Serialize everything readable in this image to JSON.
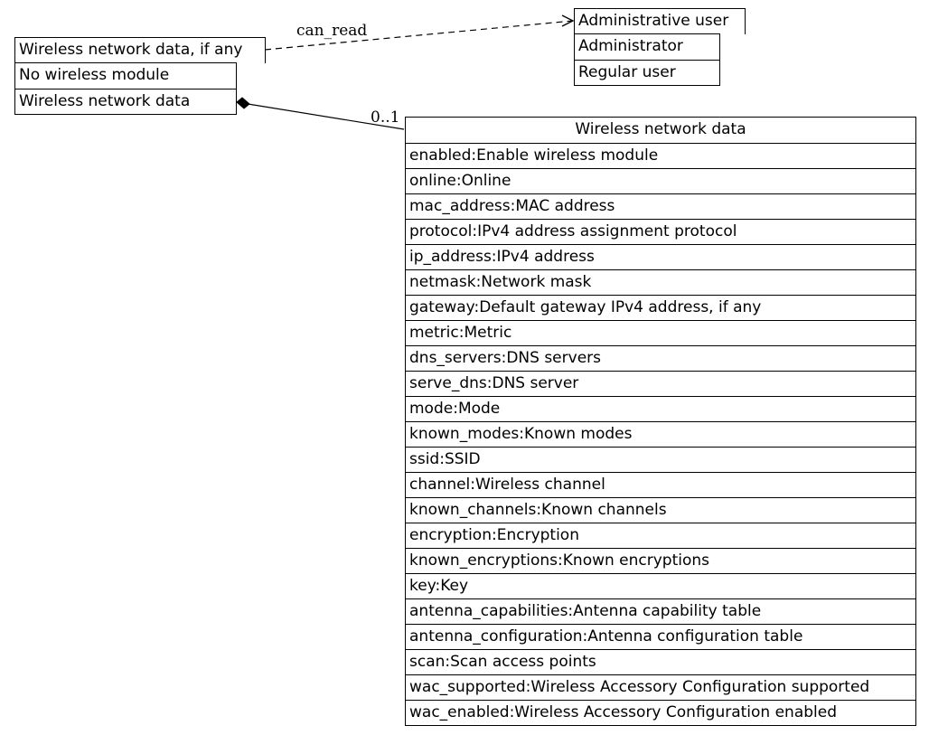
{
  "source_node": {
    "rows": [
      "Wireless network data, if any",
      "No wireless module",
      "Wireless network data"
    ]
  },
  "permission_node": {
    "rows": [
      "Administrative user",
      "Administrator",
      "Regular user"
    ]
  },
  "detail_node": {
    "title": "Wireless network data",
    "rows": [
      "enabled:Enable wireless module",
      "online:Online",
      "mac_address:MAC address",
      "protocol:IPv4 address assignment protocol",
      "ip_address:IPv4 address",
      "netmask:Network mask",
      "gateway:Default gateway IPv4 address, if any",
      "metric:Metric",
      "dns_servers:DNS servers",
      "serve_dns:DNS server",
      "mode:Mode",
      "known_modes:Known modes",
      "ssid:SSID",
      "channel:Wireless channel",
      "known_channels:Known channels",
      "encryption:Encryption",
      "known_encryptions:Known encryptions",
      "key:Key",
      "antenna_capabilities:Antenna capability table",
      "antenna_configuration:Antenna configuration table",
      "scan:Scan access points",
      "wac_supported:Wireless Accessory Configuration supported",
      "wac_enabled:Wireless Accessory Configuration enabled"
    ]
  },
  "edges": {
    "can_read_label": "can_read",
    "multiplicity_label": "0..1"
  }
}
